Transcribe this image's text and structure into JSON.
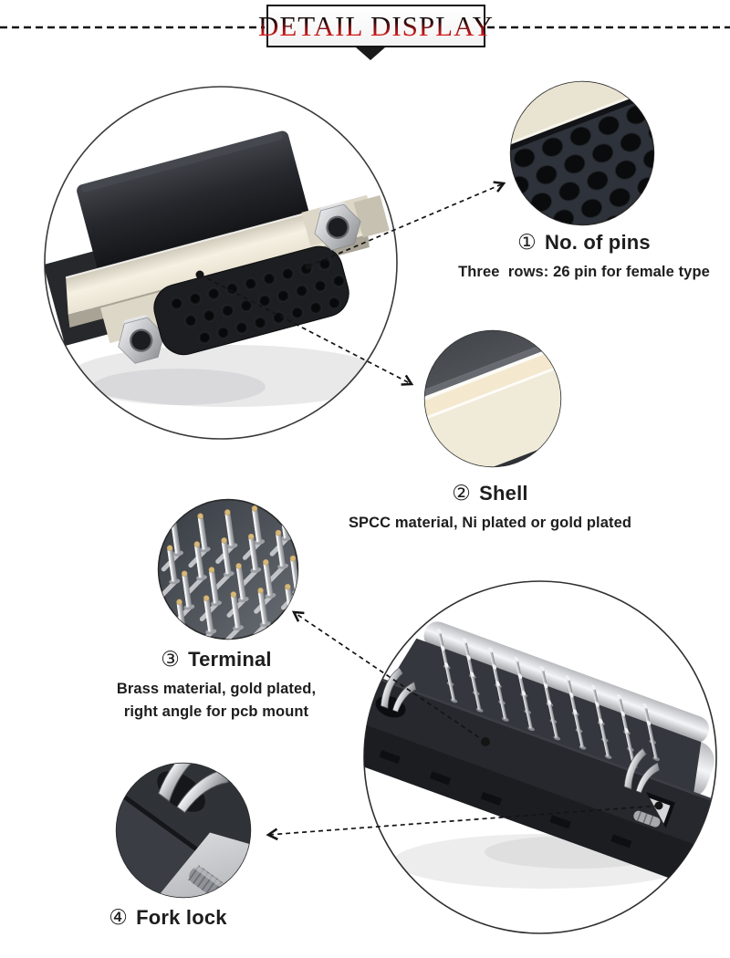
{
  "header": {
    "title": "DETAIL DISPLAY"
  },
  "sections": [
    {
      "number": "①",
      "label": "No. of pins",
      "description": "Three  rows: 26 pin for female type"
    },
    {
      "number": "②",
      "label": "Shell",
      "description": "SPCC material, Ni plated or gold plated"
    },
    {
      "number": "③",
      "label": "Terminal",
      "description_line1": "Brass material, gold plated,",
      "description_line2": "right angle for pcb mount"
    },
    {
      "number": "④",
      "label": "Fork lock"
    }
  ],
  "figures": [
    "connector-front-photo",
    "pin-holes-closeup",
    "shell-closeup",
    "terminal-pins-closeup",
    "connector-rear-photo",
    "fork-lock-closeup"
  ],
  "colors": {
    "title_red": "#d51f1f",
    "text": "#1d1d1d",
    "callout_line": "#141414",
    "shell_cream": "#efe9d9",
    "plastic_dark": "#26282d",
    "metal_silver": "#d6d7da",
    "background": "#ffffff"
  }
}
